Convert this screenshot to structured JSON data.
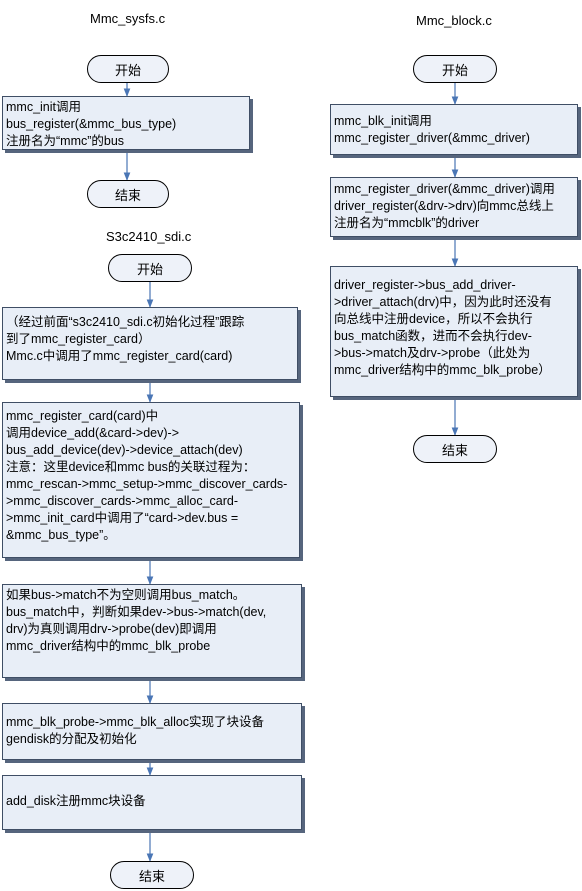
{
  "columns": {
    "sysfs": {
      "title": "Mmc_sysfs.c",
      "start": "开始",
      "boxes": [
        [
          "mmc_init调用",
          "bus_register(&mmc_bus_type)",
          "注册名为“mmc”的bus"
        ]
      ],
      "end": "结束"
    },
    "sdi": {
      "title": "S3c2410_sdi.c",
      "start": "开始",
      "boxes": [
        [
          "（经过前面“s3c2410_sdi.c初始化过程”跟踪",
          "到了mmc_register_card）",
          "Mmc.c中调用了mmc_register_card(card)"
        ],
        [
          "mmc_register_card(card)中",
          "调用device_add(&card->dev)->",
          "bus_add_device(dev)->device_attach(dev)",
          "注意：这里device和mmc bus的关联过程为：",
          "mmc_rescan->mmc_setup->mmc_discover_cards-",
          ">mmc_discover_cards->mmc_alloc_card-",
          ">mmc_init_card中调用了“card->dev.bus =",
          "&mmc_bus_type”。"
        ],
        [
          "如果bus->match不为空则调用bus_match。",
          "bus_match中，判断如果dev->bus->match(dev,",
          "drv)为真则调用drv->probe(dev)即调用",
          "mmc_driver结构中的mmc_blk_probe"
        ],
        [
          "mmc_blk_probe->mmc_blk_alloc实现了块设备",
          "gendisk的分配及初始化"
        ],
        [
          "add_disk注册mmc块设备"
        ]
      ],
      "end": "结束"
    },
    "block": {
      "title": "Mmc_block.c",
      "start": "开始",
      "boxes": [
        [
          "mmc_blk_init调用",
          "mmc_register_driver(&mmc_driver)"
        ],
        [
          "mmc_register_driver(&mmc_driver)调用",
          "driver_register(&drv->drv)向mmc总线上",
          "注册名为“mmcblk”的driver"
        ],
        [
          "driver_register->bus_add_driver-",
          ">driver_attach(drv)中，因为此时还没有",
          "向总线中注册device，所以不会执行",
          "bus_match函数，进而不会执行dev-",
          ">bus->match及drv->probe（此处为",
          "mmc_driver结构中的mmc_blk_probe）"
        ]
      ],
      "end": "结束"
    }
  },
  "colors": {
    "box_fill": "#e8eef7",
    "terminal_fill": "#eef2f9",
    "arrow": "#4a76b5",
    "shadow": "#56657d"
  }
}
